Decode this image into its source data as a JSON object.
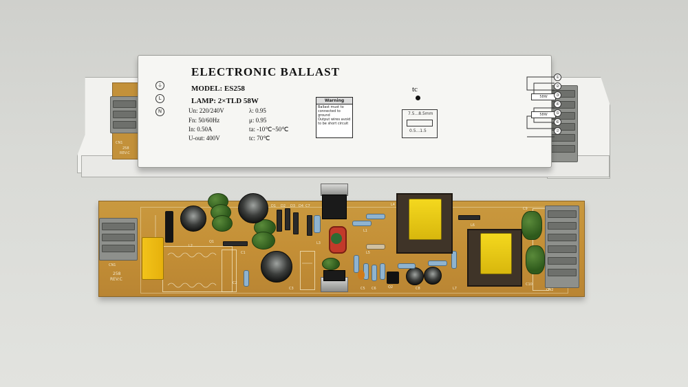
{
  "label": {
    "title": "ELECTRONIC   BALLAST",
    "model": "MODEL:  ES258",
    "lamp": "LAMP:  2×TLD 58W",
    "specs_left": [
      "Un:  220/240V",
      "Fn:  50/60Hz",
      "In:  0.50A",
      "U-out:  400V"
    ],
    "specs_right": [
      "λ:  0.95",
      "μ:  0.95",
      "ta:  -10℃~50℃",
      "tc:  70℃"
    ],
    "tc_mark": "tc",
    "tc_range_top": "7.5...8.5mm",
    "tc_range_bottom": "0.5...1.5",
    "warning_title": "Warning",
    "warning_lines": [
      "Ballast must to",
      "connected to",
      "ground",
      "Output wires avoid",
      "to be short circuit"
    ],
    "pin_numbers": [
      "①",
      "②",
      "③",
      "④",
      "⑤",
      "⑥",
      "⑦"
    ],
    "lamp_boxes": [
      "58W",
      "58W"
    ],
    "input_symbols": [
      "⏚",
      "L",
      "N"
    ]
  },
  "housing_left_marks": [
    "CN1",
    "258",
    "REV:C"
  ],
  "pcb": {
    "left_marks": [
      "CN1",
      "258",
      "REV:C"
    ],
    "ref_designators": [
      "D1",
      "D2",
      "D3",
      "D4",
      "Q1",
      "Q2",
      "L1",
      "L2",
      "L3",
      "L4",
      "L5",
      "L6",
      "L7",
      "C1",
      "C2",
      "C3",
      "C5",
      "C6",
      "C7",
      "C8",
      "C9",
      "C10",
      "CN2"
    ]
  }
}
